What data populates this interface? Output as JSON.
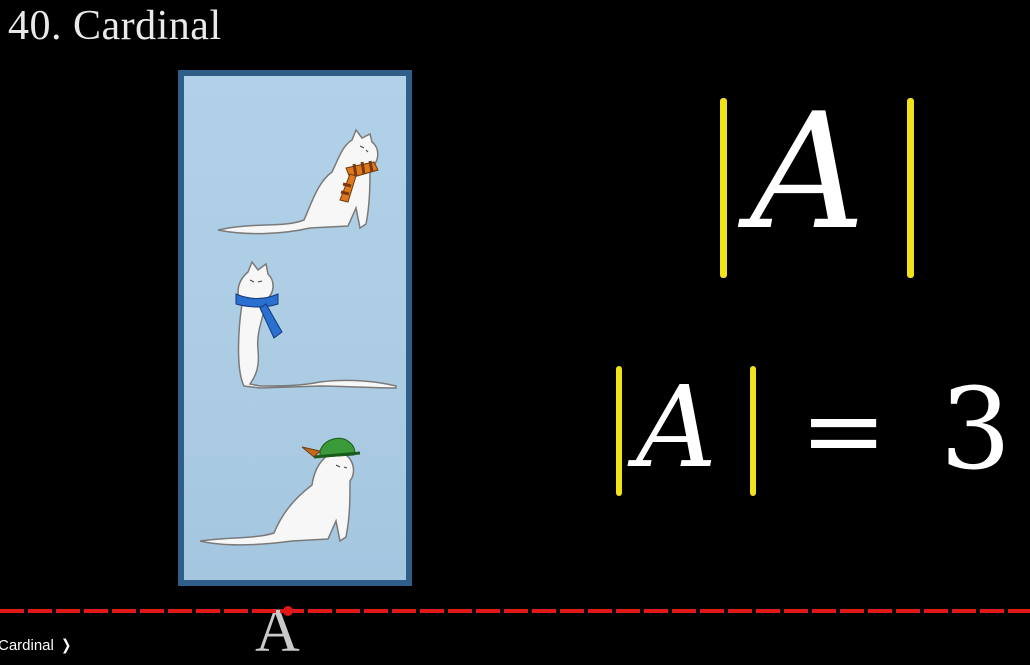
{
  "slide": {
    "title": "40. Cardinal",
    "set_label": "A"
  },
  "formulas": {
    "big_symbol": "A",
    "equation_symbol": "A",
    "equals": "=",
    "cardinality_value": "3"
  },
  "set_items": [
    {
      "name": "cat with orange striped scarf"
    },
    {
      "name": "cat with blue scarf"
    },
    {
      "name": "cat with green hat"
    }
  ],
  "player": {
    "chapter_label": "Cardinal",
    "progress_fraction": 0.28
  },
  "colors": {
    "background": "#000000",
    "box_fill": "#b1d1e8",
    "box_border": "#2f5f88",
    "bars": "#f2e21b",
    "progress": "#e01818"
  },
  "icons": {
    "chapter_chevron": "chevron-right-icon"
  }
}
